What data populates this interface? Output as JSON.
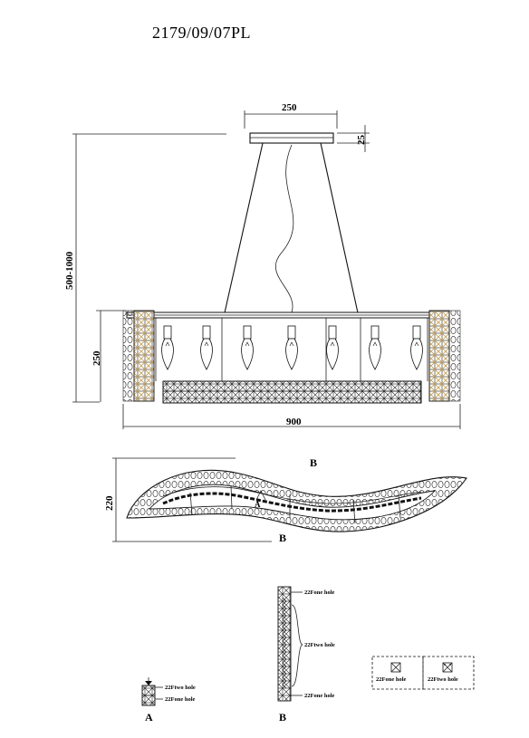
{
  "title": "2179/09/07PL",
  "dimensions": {
    "canopy_width": "250",
    "canopy_height": "25",
    "total_height": "500-1000",
    "body_height": "250",
    "body_width": "900",
    "depth": "220"
  },
  "section_labels": {
    "b_top": "B",
    "b_bottom": "B",
    "a_marker": "A"
  },
  "details": {
    "a_caption": "A",
    "b_caption": "B",
    "a_top_note": "22Ftwo hole",
    "a_bottom_note": "22Fone hole",
    "b_top_note": "22Fone hole",
    "b_mid_note": "22Ftwo hole",
    "b_bottom_note": "22Fone hole",
    "box_left_note": "22Fone hole",
    "box_right_note": "22Ftwo hole"
  },
  "colors": {
    "line": "#111111",
    "gold_accent": "#c9a35a"
  }
}
